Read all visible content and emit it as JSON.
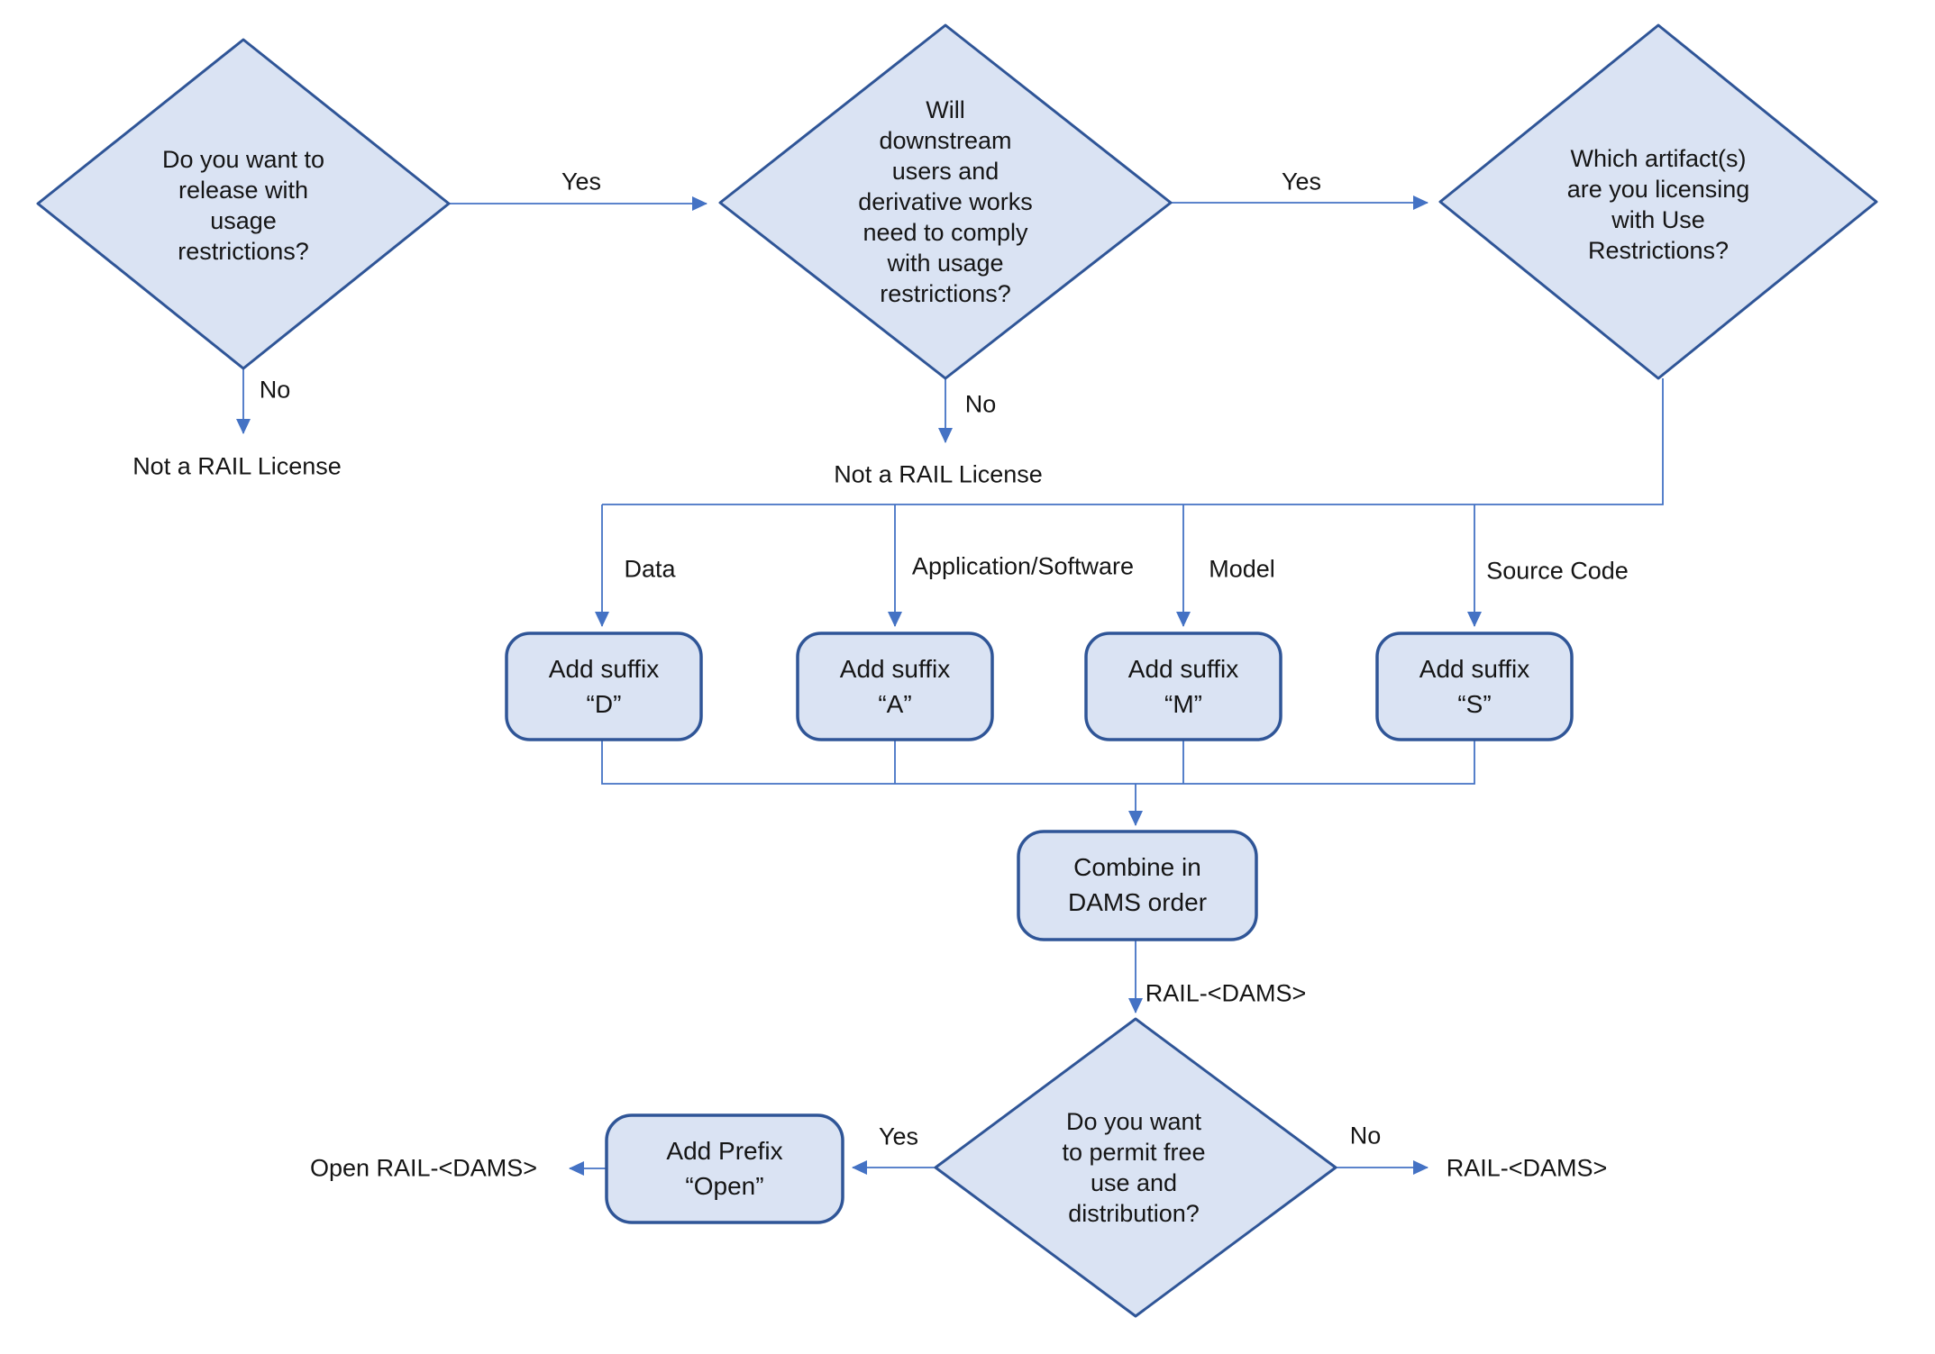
{
  "diagram": {
    "nodes": {
      "q_release": {
        "text": "Do you want to\nrelease with\nusage\nrestrictions?"
      },
      "q_downstream": {
        "text": "Will\ndownstream\nusers and\nderivative works\nneed to comply\nwith usage\nrestrictions?"
      },
      "q_artifact": {
        "text": "Which artifact(s)\nare you licensing\nwith Use\nRestrictions?"
      },
      "suffix_d": {
        "text": "Add suffix\n“D”"
      },
      "suffix_a": {
        "text": "Add suffix\n“A”"
      },
      "suffix_m": {
        "text": "Add suffix\n“M”"
      },
      "suffix_s": {
        "text": "Add suffix\n“S”"
      },
      "combine": {
        "text": "Combine in\nDAMS order"
      },
      "q_free": {
        "text": "Do you want\nto permit free\nuse and\ndistribution?"
      },
      "add_prefix": {
        "text": "Add Prefix\n“Open”"
      }
    },
    "edge_labels": {
      "yes_release": "Yes",
      "no_release": "No",
      "yes_downstream": "Yes",
      "no_downstream": "No",
      "data": "Data",
      "application": "Application/Software",
      "model": "Model",
      "source_code": "Source Code",
      "rail_dams": "RAIL-<DAMS>",
      "yes_free": "Yes",
      "no_free": "No"
    },
    "terminals": {
      "not_rail_left": "Not a RAIL License",
      "not_rail_mid": "Not a RAIL License",
      "open_rail": "Open RAIL-<DAMS>",
      "rail_dams": "RAIL-<DAMS>"
    },
    "colors": {
      "node_fill": "#dae3f3",
      "node_border": "#2f5597",
      "connector": "#4472c4",
      "text": "#151515"
    }
  }
}
